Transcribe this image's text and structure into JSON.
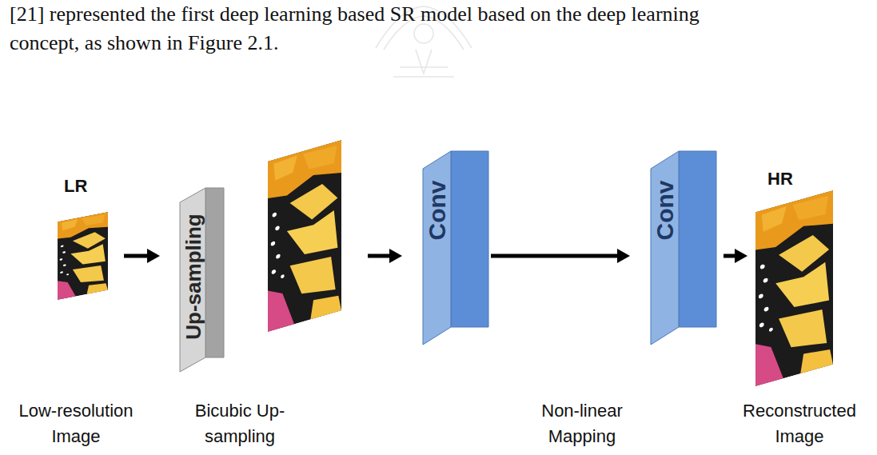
{
  "diagram": {
    "nodes": [
      {
        "text": [
          "LR"
        ]
      },
      {
        "text": [
          "Up-sampling"
        ]
      },
      {
        "text": [
          "Conv"
        ]
      },
      {
        "text": [
          "Conv"
        ]
      },
      {
        "text": [
          "HR"
        ]
      }
    ],
    "edges": [
      {
        "from": 0,
        "to": 1,
        "arrow": "to"
      },
      {
        "from": 1,
        "to": 2,
        "arrow": "to"
      },
      {
        "from": 2,
        "to": 3,
        "arrow": "to"
      },
      {
        "from": 3,
        "to": 4,
        "arrow": "to"
      }
    ],
    "labels": [
      "[21] represented the first deep learning based SR model based on the deep learning",
      "concept, as shown in Figure 2.1.",
      "Low-resolution Image",
      "Bicubic Up-sampling",
      "Non-linear Mapping",
      "Reconstructed Image"
    ]
  }
}
